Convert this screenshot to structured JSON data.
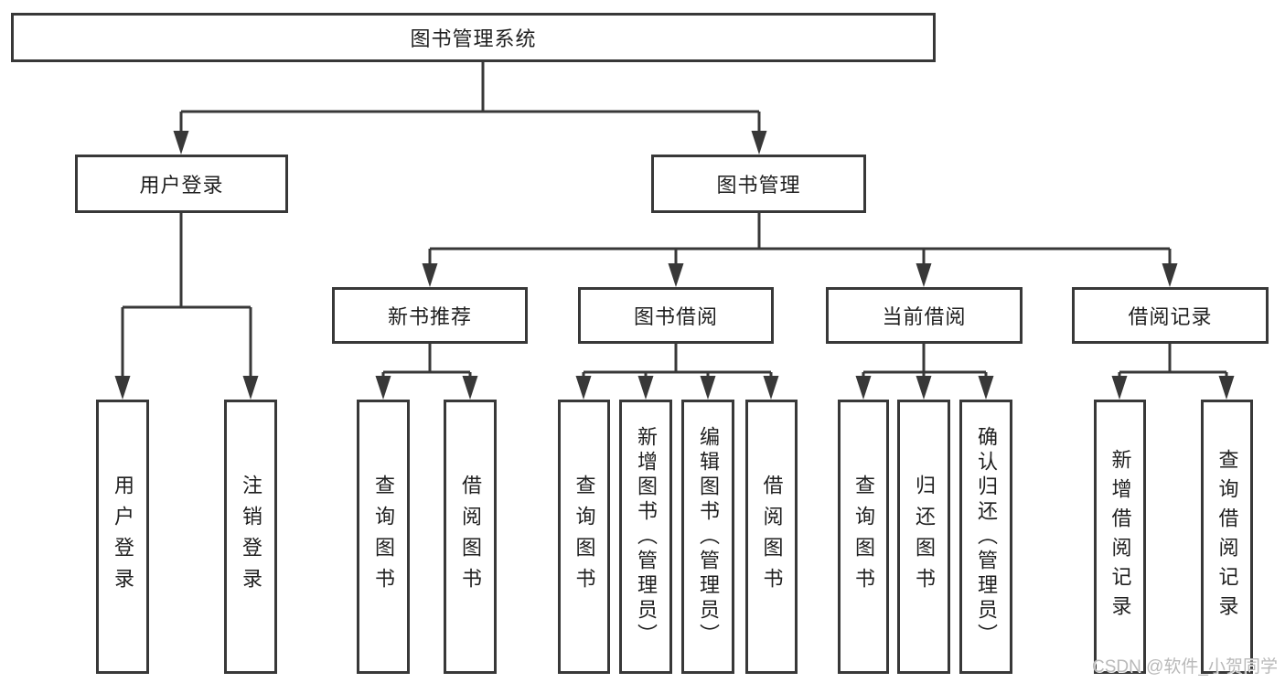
{
  "diagram": {
    "root": {
      "label": "图书管理系统"
    },
    "branches": [
      {
        "label": "用户登录",
        "children": [
          {
            "label": "用户登录"
          },
          {
            "label": "注销登录"
          }
        ]
      },
      {
        "label": "图书管理",
        "children": [
          {
            "label": "新书推荐",
            "children": [
              {
                "label": "查询图书"
              },
              {
                "label": "借阅图书"
              }
            ]
          },
          {
            "label": "图书借阅",
            "children": [
              {
                "label": "查询图书"
              },
              {
                "label": "新增图书（管理员）"
              },
              {
                "label": "编辑图书（管理员）"
              },
              {
                "label": "借阅图书"
              }
            ]
          },
          {
            "label": "当前借阅",
            "children": [
              {
                "label": "查询图书"
              },
              {
                "label": "归还图书"
              },
              {
                "label": "确认归还（管理员）"
              }
            ]
          },
          {
            "label": "借阅记录",
            "children": [
              {
                "label": "新增借阅记录"
              },
              {
                "label": "查询借阅记录"
              }
            ]
          }
        ]
      }
    ]
  },
  "watermark": {
    "text": "CSDN @软件_小贺同学"
  },
  "colors": {
    "line": "#383838",
    "box_border": "#383838",
    "text": "#1f1f1f",
    "watermark": "#b9b9b9",
    "background": "#ffffff"
  }
}
